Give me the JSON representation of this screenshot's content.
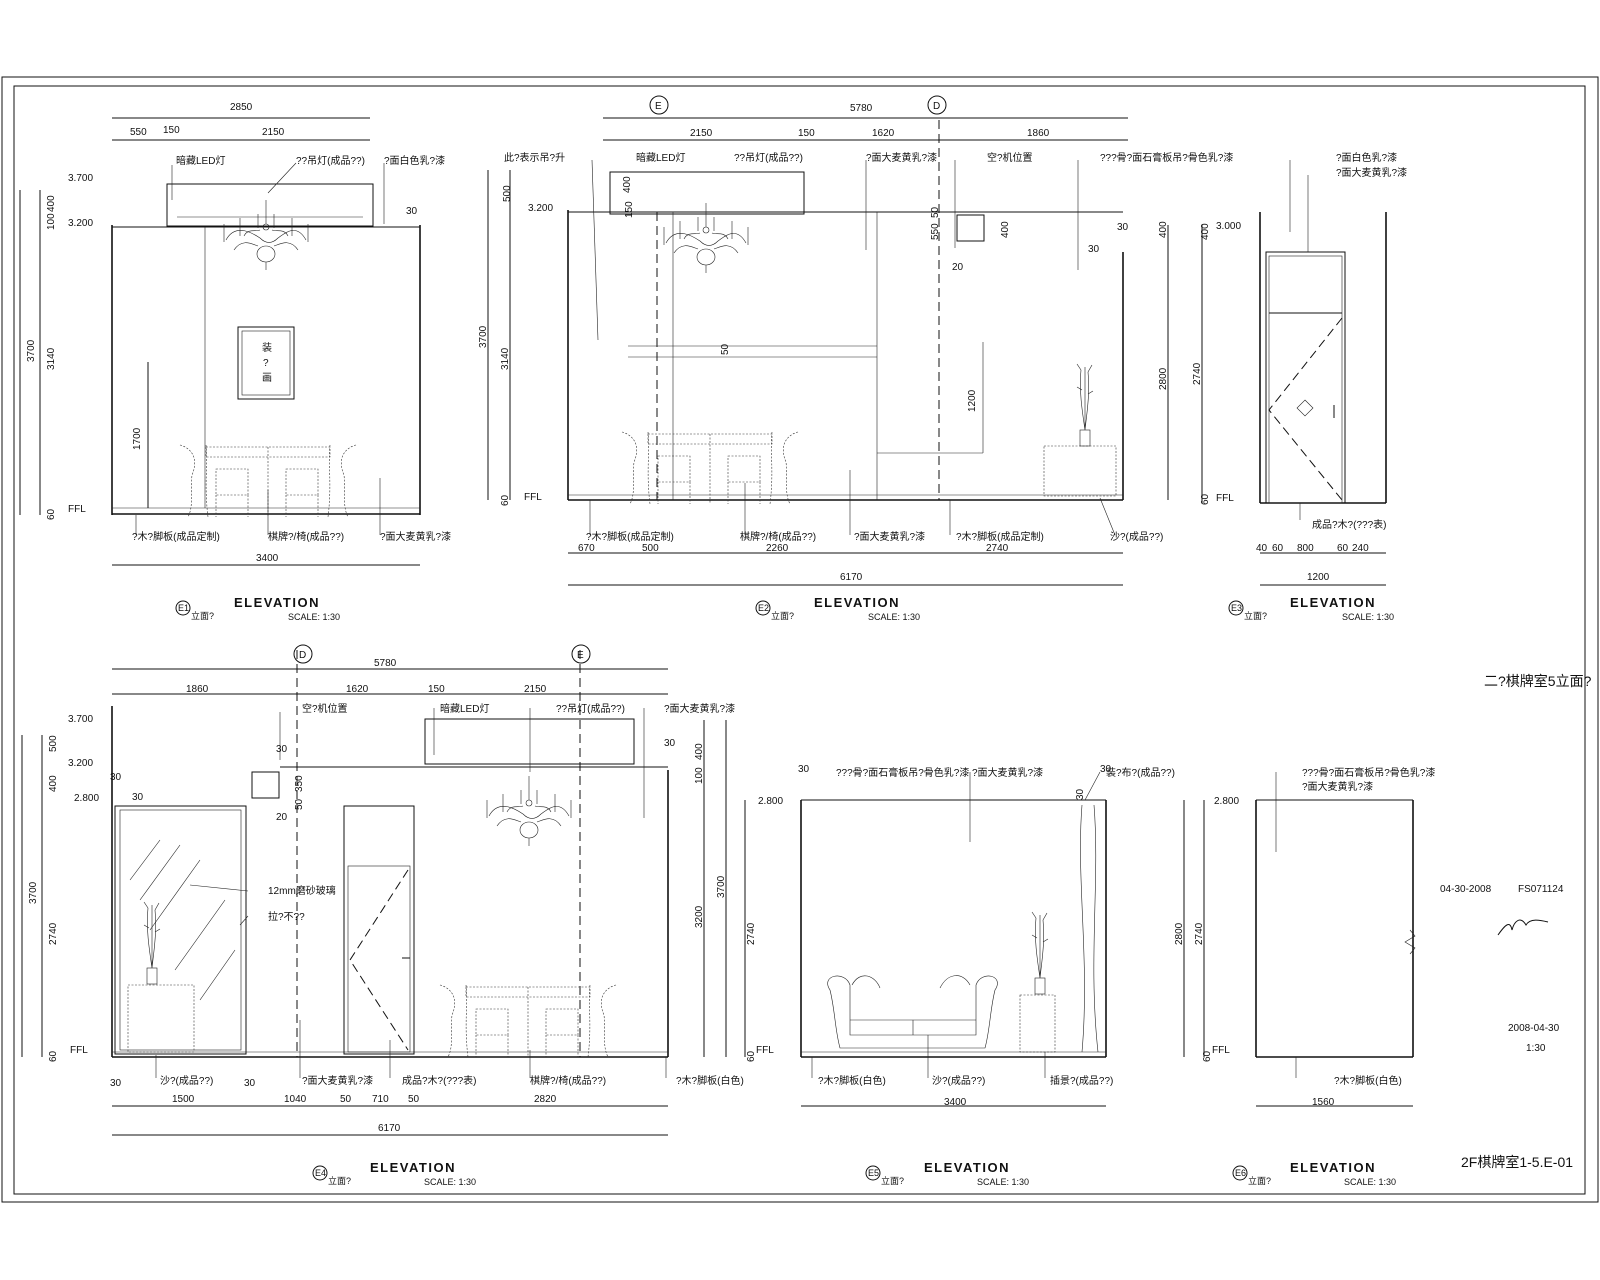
{
  "sheet": {
    "title": "二?棋牌室5立面?",
    "date_left": "04-30-2008",
    "code": "FS071124",
    "date_right": "2008-04-30",
    "scale_ratio": "1:30",
    "drawing_no": "2F棋牌室1-5.E-01"
  },
  "grid_markers": {
    "e": "E",
    "d": "D"
  },
  "elevation_word": "ELEVATION",
  "scale_text": "SCALE: 1:30",
  "sub_label": "立面?",
  "levels": {
    "l3700": "3.700",
    "l3200": "3.200",
    "l3000": "3.000",
    "l2800": "2.800",
    "ffl": "FFL"
  },
  "e1": {
    "tag": "E1",
    "top_dims": [
      "2850",
      "550",
      "150",
      "2150"
    ],
    "left_dims": [
      "400",
      "100",
      "3700",
      "3140",
      "1700",
      "60"
    ],
    "bottom_dim": "3400",
    "small": "30",
    "labels": {
      "led": "暗藏LED灯",
      "chandelier": "??吊灯(成品??)",
      "paint_white": "?面白色乳?漆",
      "skirting": "?木?脚板(成品定制)",
      "table": "棋牌?/椅(成品??)",
      "paint_yellow": "?面大麦黄乳?漆",
      "frame": [
        "装",
        "?",
        "画"
      ]
    }
  },
  "e2": {
    "tag": "E2",
    "top_dims": [
      "5780",
      "2150",
      "150",
      "1620",
      "1860"
    ],
    "left_dims": [
      "500",
      "3700",
      "3140",
      "60"
    ],
    "inner_dims": [
      "400",
      "150",
      "50",
      "550",
      "30",
      "20",
      "50",
      "1200",
      "30",
      "400",
      "2800"
    ],
    "bottom_dims": [
      "670",
      "500",
      "2260",
      "2740"
    ],
    "total": "6170",
    "labels": {
      "note": "此?表示吊?升",
      "led": "暗藏LED灯",
      "chandelier": "??吊灯(成品??)",
      "paint_yellow_top": "?面大麦黄乳?漆",
      "ac": "空?机位置",
      "ceiling": "???骨?面石膏板吊?骨色乳?漆",
      "skirting": "?木?脚板(成品定制)",
      "table": "棋牌?/椅(成品??)",
      "paint_yellow": "?面大麦黄乳?漆",
      "skirting2": "?木?脚板(成品定制)",
      "sofa": "沙?(成品??)"
    }
  },
  "e3": {
    "tag": "E3",
    "left_dims": [
      "400",
      "2740",
      "60"
    ],
    "bottom_dims": [
      "40",
      "60",
      "800",
      "60",
      "240"
    ],
    "total": "1200",
    "labels": {
      "paint_white": "?面白色乳?漆",
      "paint_yellow": "?面大麦黄乳?漆",
      "door": "成品?木?(???表)"
    }
  },
  "e4": {
    "tag": "E4",
    "top_dims": [
      "5780",
      "1860",
      "1620",
      "150",
      "2150"
    ],
    "left_dims": [
      "500",
      "400",
      "3700",
      "2740",
      "60"
    ],
    "inner_dims": [
      "30",
      "30",
      "30",
      "20",
      "50",
      "350",
      "30",
      "400",
      "100",
      "3200",
      "3700"
    ],
    "bottom_dims": [
      "30",
      "1500",
      "30",
      "1040",
      "50",
      "710",
      "50",
      "2820"
    ],
    "total": "6170",
    "labels": {
      "ac": "空?机位置",
      "led": "暗藏LED灯",
      "chandelier": "??吊灯(成品??)",
      "paint_yellow_top": "?面大麦黄乳?漆",
      "glass": "12mm磨砂玻璃",
      "stainless": "拉?不??",
      "sofa": "沙?(成品??)",
      "paint_yellow": "?面大麦黄乳?漆",
      "door": "成品?木?(???表)",
      "table": "棋牌?/椅(成品??)",
      "skirting": "?木?脚板(白色)"
    }
  },
  "e5": {
    "tag": "E5",
    "left_dims": [
      "30",
      "2740",
      "60"
    ],
    "inner_dims": [
      "30",
      "30"
    ],
    "bottom_dim": "3400",
    "labels": {
      "ceiling": "???骨?面石膏板吊?骨色乳?漆",
      "paint_yellow": "?面大麦黄乳?漆",
      "curtain": "装?布?(成品??)",
      "skirting": "?木?脚板(白色)",
      "sofa": "沙?(成品??)",
      "plant": "插景?(成品??)"
    }
  },
  "e6": {
    "tag": "E6",
    "left_dims": [
      "2800",
      "2740",
      "60"
    ],
    "bottom_dim": "1560",
    "labels": {
      "ceiling": "???骨?面石膏板吊?骨色乳?漆",
      "paint_yellow": "?面大麦黄乳?漆",
      "skirting": "?木?脚板(白色)"
    }
  }
}
